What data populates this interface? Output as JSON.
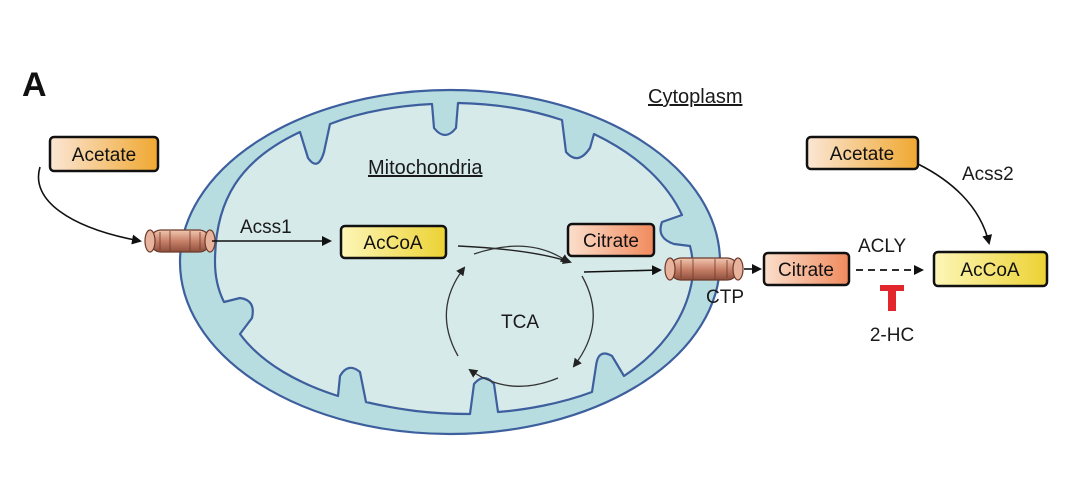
{
  "panel_label": "A",
  "compartments": {
    "cytoplasm": "Cytoplasm",
    "mitochondria": "Mitochondria"
  },
  "metabolites": {
    "acetate_outside": "Acetate",
    "acetate_cyto": "Acetate",
    "acoa_mito": "AcCoA",
    "citrate_mito": "Citrate",
    "citrate_cyto": "Citrate",
    "acoa_cyto": "AcCoA"
  },
  "enzymes": {
    "acss1": "Acss1",
    "acss2": "Acss2",
    "acly": "ACLY",
    "ctp": "CTP",
    "tca": "TCA"
  },
  "inhibitor": "2-HC",
  "colors": {
    "membrane_outer": "#b7dde0",
    "matrix": "#d7eaea",
    "membrane_line": "#3d5f9e",
    "inhibitor": "#e3262b",
    "acetate_gradient": [
      "#fbe6d5",
      "#f0a830"
    ],
    "acoa_gradient": [
      "#fdf6b8",
      "#ecd233"
    ],
    "citrate_gradient": [
      "#fbdfcc",
      "#f08a5d"
    ],
    "transporter": "#c9826a"
  }
}
